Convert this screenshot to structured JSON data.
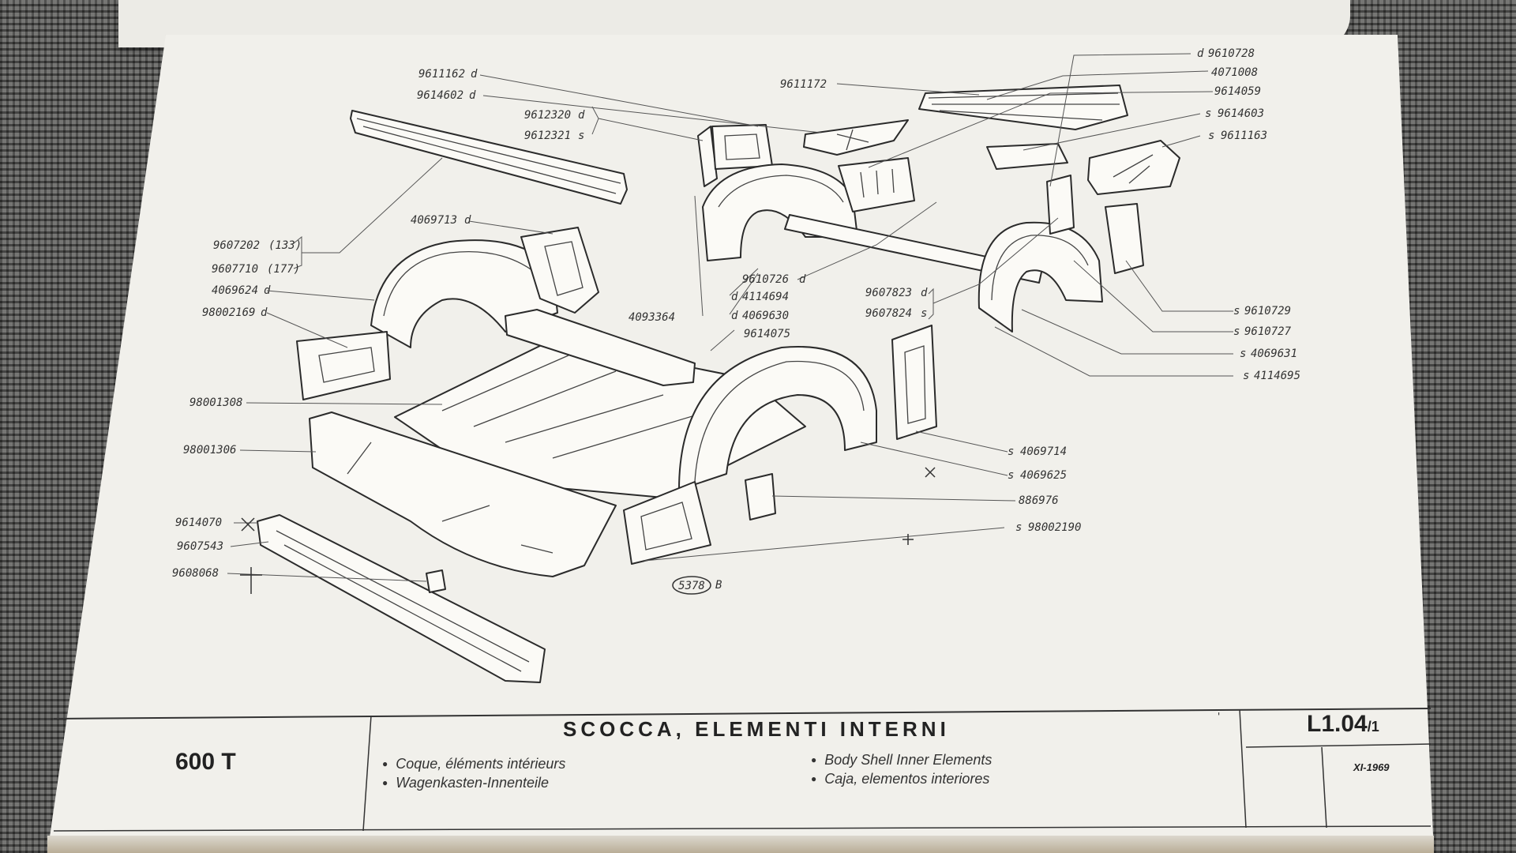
{
  "title_block": {
    "model": "600 T",
    "title": "SCOCCA, ELEMENTI INTERNI",
    "subtitles": {
      "fr": "Coque, éléments intérieurs",
      "de": "Wagenkasten-Innenteile",
      "en": "Body Shell Inner Elements",
      "es": "Caja, elementos interiores"
    },
    "sheet_code": "L1.04",
    "sheet_sub": "/1",
    "date": "XI-1969",
    "tick": "'"
  },
  "drawing_ref": {
    "number": "5378",
    "suffix": "B"
  },
  "part_labels": {
    "l01": "9611162",
    "l01s": "d",
    "l02": "9614602",
    "l02s": "d",
    "l03": "9612320",
    "l03s": "d",
    "l04": "9612321",
    "l04s": "s",
    "l05": "9611172",
    "l06": "9610728",
    "l06s": "d",
    "l07": "4071008",
    "l08": "9614059",
    "l09": "9614603",
    "l09s": "s",
    "l10": "9611163",
    "l10s": "s",
    "l11": "9607202",
    "l11n": "(133)",
    "l12": "9607710",
    "l12n": "(177)",
    "l13": "4069713",
    "l13s": "d",
    "l14": "4069624",
    "l14s": "d",
    "l15": "98002169",
    "l15s": "d",
    "l16": "9610726",
    "l16s": "d",
    "l17": "4114694",
    "l17s": "d",
    "l18": "4069630",
    "l18s": "d",
    "l19": "4093364",
    "l20": "9614075",
    "l21": "9607823",
    "l21s": "d",
    "l22": "9607824",
    "l22s": "s",
    "l23": "9610729",
    "l23s": "s",
    "l24": "9610727",
    "l24s": "s",
    "l25": "4069631",
    "l25s": "s",
    "l26": "4114695",
    "l26s": "s",
    "l27": "98001308",
    "l28": "98001306",
    "l29": "4069714",
    "l29s": "s",
    "l30": "4069625",
    "l30s": "s",
    "l31": "886976",
    "l32": "98002190",
    "l32s": "s",
    "l33": "9614070",
    "l34": "9607543",
    "l35": "9608068"
  }
}
